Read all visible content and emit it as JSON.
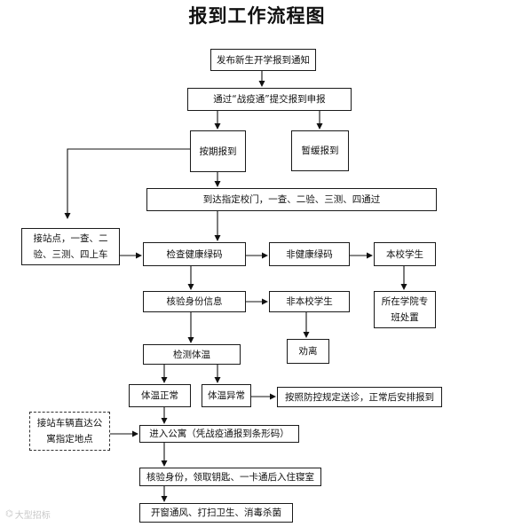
{
  "title": "报到工作流程图",
  "nodes": {
    "notice": "发布新生开学报到通知",
    "apply": "通过“战疫通”提交报到申报",
    "on_time": "按期报到",
    "postpone": "暂缓报到",
    "arrive_gate": "到达指定校门，一查、二验、三测、四通过",
    "station_pickup": "接站点，一查、二验、三测、四上车",
    "check_health_code": "检查健康绿码",
    "non_green_code": "非健康绿码",
    "own_student": "本校学生",
    "college_handle": "所在学院专班处置",
    "verify_identity": "核验身份信息",
    "non_own_student": "非本校学生",
    "persuade_leave": "劝离",
    "temp_check": "检测体温",
    "temp_normal": "体温正常",
    "temp_abnormal": "体温异常",
    "send_medical": "按照防控规定送诊，正常后安排报到",
    "shuttle_direct": "接站车辆直达公寓指定地点",
    "enter_apartment": "进入公寓（凭战疫通报到条形码）",
    "verify_keys": "核验身份，领取钥匙、一卡通后入住寝室",
    "ventilate_clean": "开窗通风、打扫卫生、消毒杀菌"
  },
  "watermark": {
    "text": "大型招标",
    "icon": "logo-icon"
  }
}
